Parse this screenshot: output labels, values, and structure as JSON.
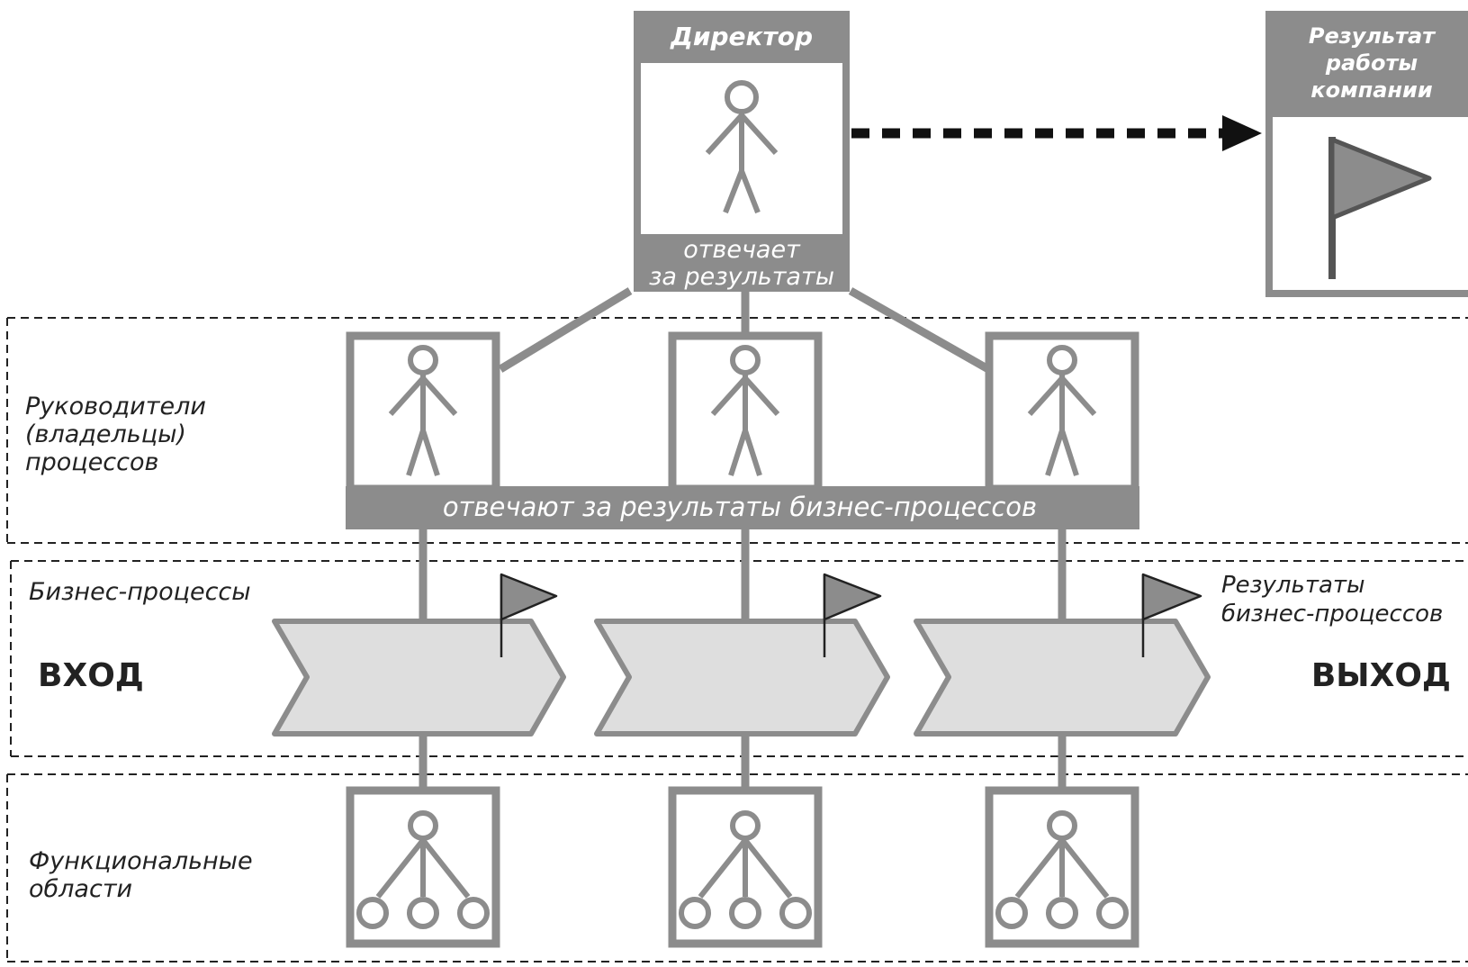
{
  "director": {
    "title": "Директор",
    "caption_line1": "отвечает",
    "caption_line2": "за результаты"
  },
  "company_result": {
    "title_line1": "Результат",
    "title_line2": "работы",
    "title_line3": "компании"
  },
  "managers": {
    "label_line1": "Руководители",
    "label_line2": "(владельцы)",
    "label_line3": "процессов",
    "banner": "отвечают за результаты бизнес-процессов"
  },
  "processes": {
    "label": "Бизнес-процессы",
    "input": "ВХОД",
    "output": "ВЫХОД",
    "results_line1": "Результаты",
    "results_line2": "бизнес-процессов"
  },
  "functional": {
    "label_line1": "Функциональные",
    "label_line2": "области"
  },
  "colors": {
    "box_border": "#8c8c8c",
    "header_fill": "#8c8c8c",
    "chevron_fill": "#dedede",
    "flag_fill": "#8c8c8c",
    "arrow": "#111111"
  },
  "icons": [
    "person-icon",
    "flag-icon",
    "org-structure-icon",
    "chevron-process-icon",
    "dashed-arrow-icon"
  ]
}
